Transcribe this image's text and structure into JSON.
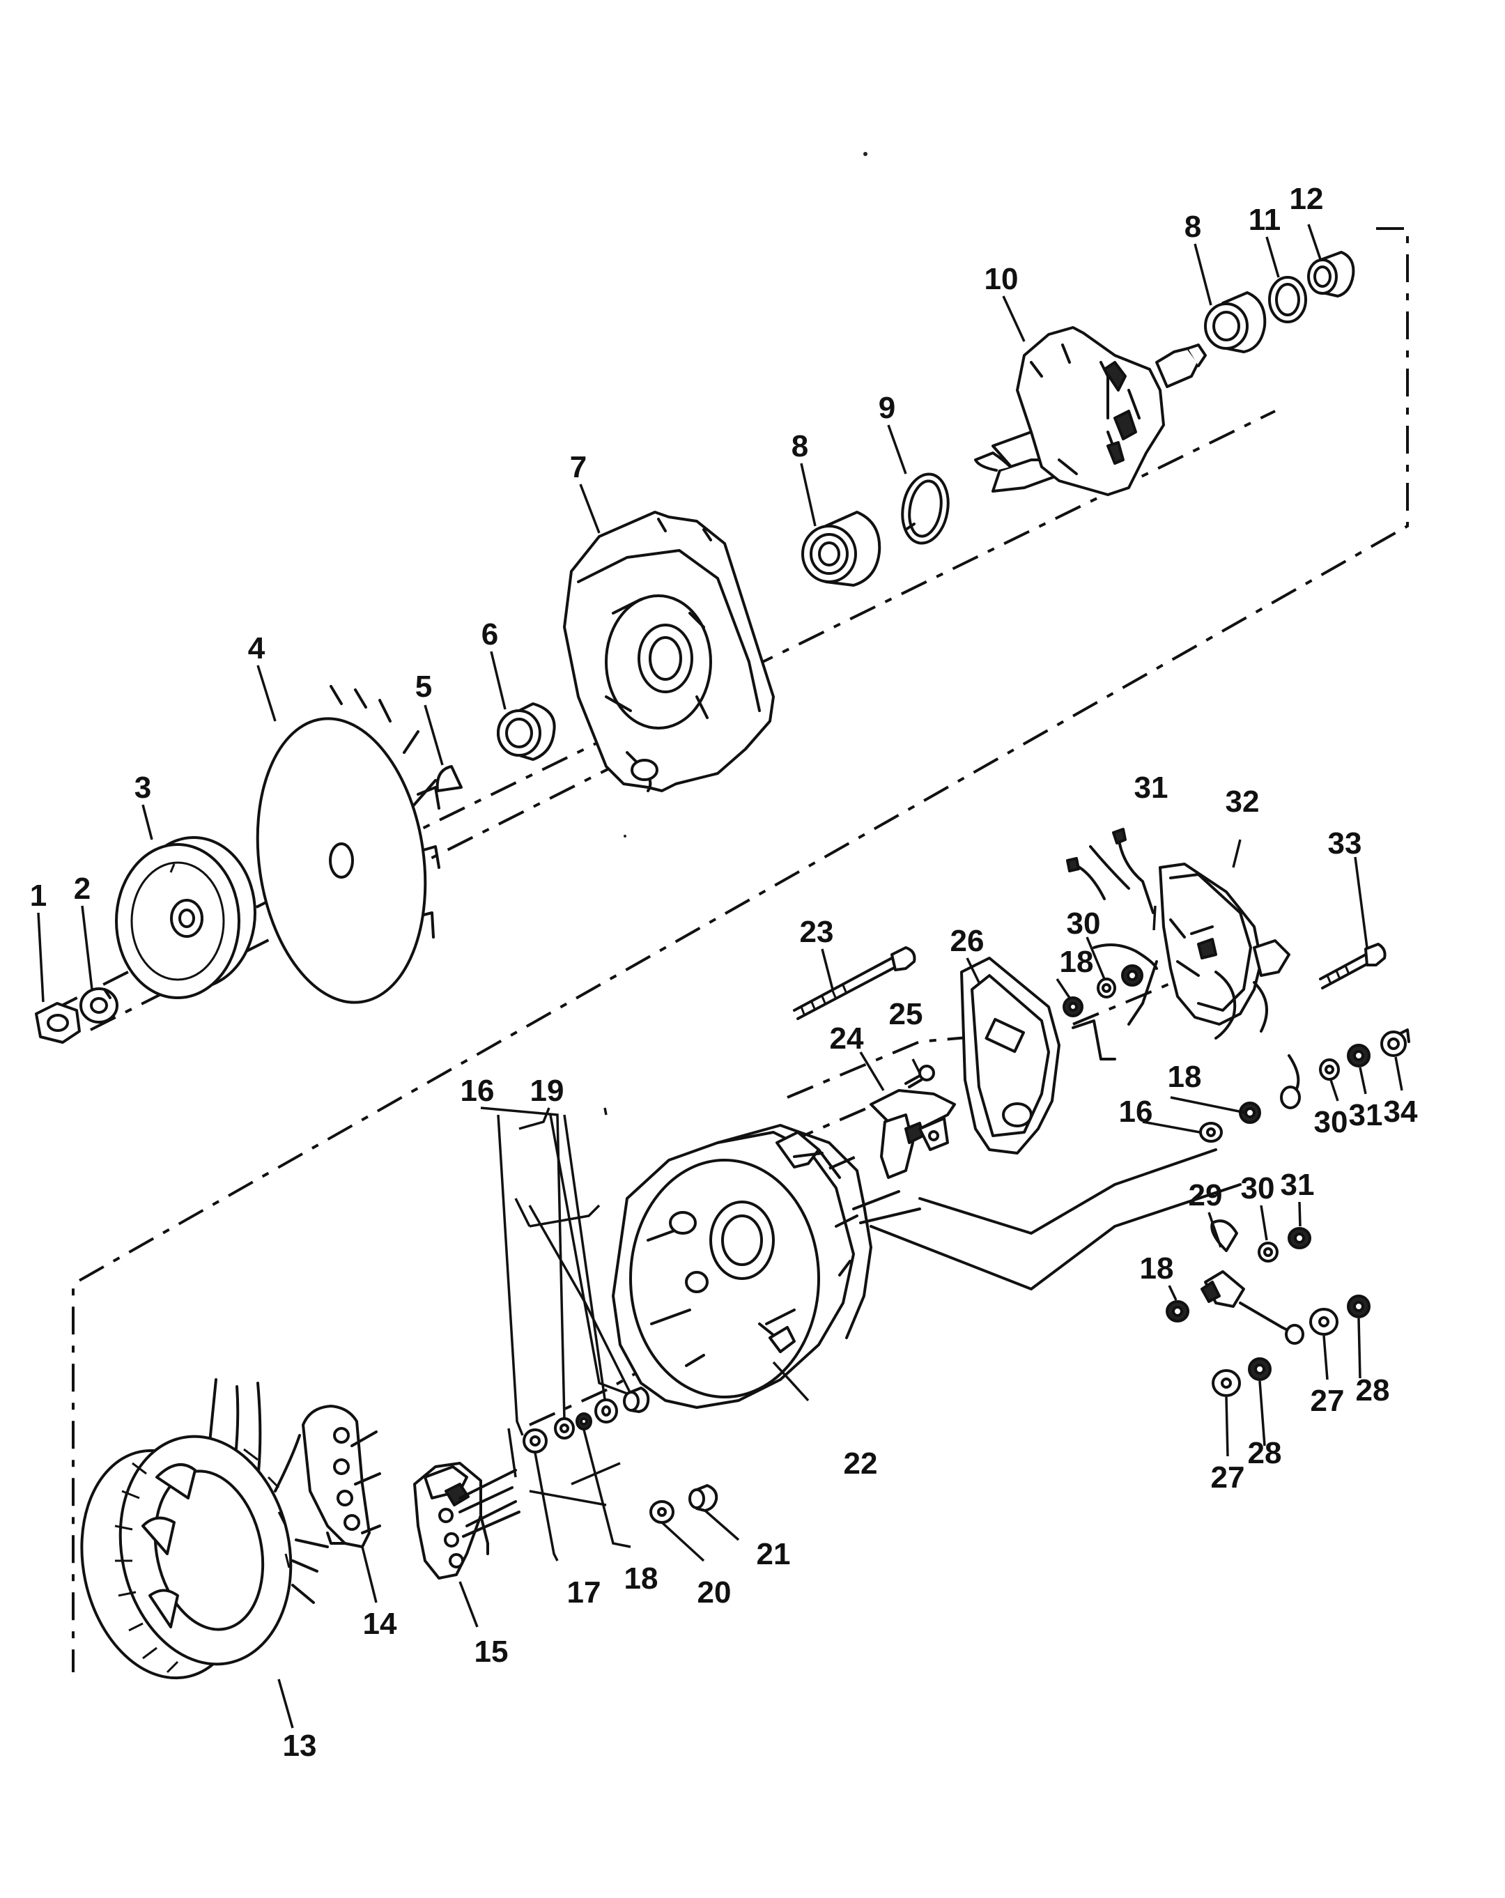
{
  "callouts": [
    {
      "id": "c1",
      "text": "1"
    },
    {
      "id": "c2",
      "text": "2"
    },
    {
      "id": "c3",
      "text": "3"
    },
    {
      "id": "c4",
      "text": "4"
    },
    {
      "id": "c5",
      "text": "5"
    },
    {
      "id": "c6",
      "text": "6"
    },
    {
      "id": "c7",
      "text": "7"
    },
    {
      "id": "c8a",
      "text": "8"
    },
    {
      "id": "c8b",
      "text": "8"
    },
    {
      "id": "c9",
      "text": "9"
    },
    {
      "id": "c10",
      "text": "10"
    },
    {
      "id": "c11",
      "text": "11"
    },
    {
      "id": "c12",
      "text": "12"
    },
    {
      "id": "c13",
      "text": "13"
    },
    {
      "id": "c14",
      "text": "14"
    },
    {
      "id": "c15",
      "text": "15"
    },
    {
      "id": "c16a",
      "text": "16"
    },
    {
      "id": "c16b",
      "text": "16"
    },
    {
      "id": "c17",
      "text": "17"
    },
    {
      "id": "c18a",
      "text": "18"
    },
    {
      "id": "c18b",
      "text": "18"
    },
    {
      "id": "c18c",
      "text": "18"
    },
    {
      "id": "c18d",
      "text": "18"
    },
    {
      "id": "c19",
      "text": "19"
    },
    {
      "id": "c20",
      "text": "20"
    },
    {
      "id": "c21",
      "text": "21"
    },
    {
      "id": "c22",
      "text": "22"
    },
    {
      "id": "c23",
      "text": "23"
    },
    {
      "id": "c24",
      "text": "24"
    },
    {
      "id": "c25",
      "text": "25"
    },
    {
      "id": "c26",
      "text": "26"
    },
    {
      "id": "c27a",
      "text": "27"
    },
    {
      "id": "c27b",
      "text": "27"
    },
    {
      "id": "c28a",
      "text": "28"
    },
    {
      "id": "c28b",
      "text": "28"
    },
    {
      "id": "c29",
      "text": "29"
    },
    {
      "id": "c30a",
      "text": "30"
    },
    {
      "id": "c30b",
      "text": "30"
    },
    {
      "id": "c30c",
      "text": "30"
    },
    {
      "id": "c31a",
      "text": "31"
    },
    {
      "id": "c31b",
      "text": "31"
    },
    {
      "id": "c31c",
      "text": "31"
    },
    {
      "id": "c32",
      "text": "32"
    },
    {
      "id": "c33",
      "text": "33"
    },
    {
      "id": "c34",
      "text": "34"
    }
  ]
}
